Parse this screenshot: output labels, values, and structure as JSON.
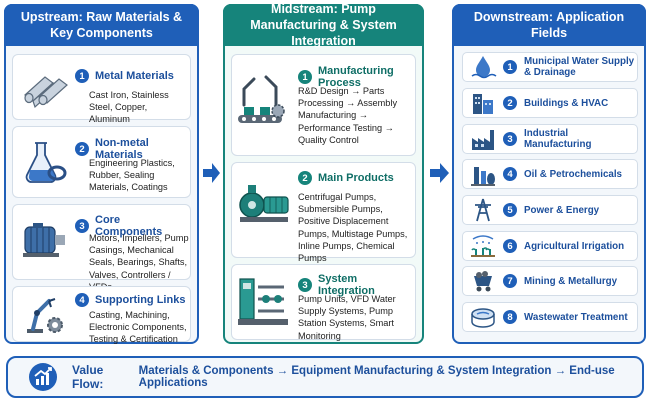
{
  "upstream": {
    "title": "Upstream: Raw Materials & Key Components",
    "cards": [
      {
        "num": "1",
        "title": "Metal Materials",
        "body": "Cast Iron, Stainless Steel, Copper, Aluminum",
        "icon": "metal-bars-icon"
      },
      {
        "num": "2",
        "title": "Non-metal Materials",
        "body": "Engineering Plastics, Rubber, Sealing Materials, Coatings",
        "icon": "flask-icon"
      },
      {
        "num": "3",
        "title": "Core Components",
        "body": "Motors, Impellers, Pump Casings, Mechanical Seals, Bearings, Shafts, Valves, Controllers / VFDs",
        "icon": "motor-icon"
      },
      {
        "num": "4",
        "title": "Supporting Links",
        "body": "Casting, Machining, Electronic Components, Testing & Certification",
        "icon": "robot-arm-gear-icon"
      }
    ]
  },
  "midstream": {
    "title": "Midstream: Pump Manufacturing & System Integration",
    "cards": [
      {
        "num": "1",
        "title": "Manufacturing Process",
        "body": "R&D Design → Parts Processing → Assembly Manufacturing → Performance Testing → Quality Control",
        "icon": "assembly-line-icon"
      },
      {
        "num": "2",
        "title": "Main Products",
        "body": "Centrifugal Pumps, Submersible Pumps, Positive Displacement Pumps, Multistage Pumps, Inline Pumps, Chemical Pumps",
        "icon": "centrifugal-pump-icon"
      },
      {
        "num": "3",
        "title": "System Integration",
        "body": "Pump Units, VFD Water Supply Systems, Pump Station Systems, Smart Monitoring",
        "icon": "pump-station-icon"
      }
    ]
  },
  "downstream": {
    "title": "Downstream: Application Fields",
    "items": [
      {
        "num": "1",
        "label": "Municipal Water Supply & Drainage",
        "icon": "water-drop-icon"
      },
      {
        "num": "2",
        "label": "Buildings & HVAC",
        "icon": "buildings-icon"
      },
      {
        "num": "3",
        "label": "Industrial Manufacturing",
        "icon": "factory-icon"
      },
      {
        "num": "4",
        "label": "Oil & Petrochemicals",
        "icon": "refinery-icon"
      },
      {
        "num": "5",
        "label": "Power & Energy",
        "icon": "power-tower-icon"
      },
      {
        "num": "6",
        "label": "Agricultural Irrigation",
        "icon": "irrigation-icon"
      },
      {
        "num": "7",
        "label": "Mining & Metallurgy",
        "icon": "mine-cart-icon"
      },
      {
        "num": "8",
        "label": "Wastewater Treatment",
        "icon": "treatment-tank-icon"
      }
    ]
  },
  "footer": {
    "title": "Value Flow:",
    "text": "Materials & Components → Equipment Manufacturing & System Integration → End-use Applications",
    "icon": "growth-chart-icon"
  },
  "colors": {
    "blue": "#1f5fb8",
    "teal": "#16847b"
  }
}
